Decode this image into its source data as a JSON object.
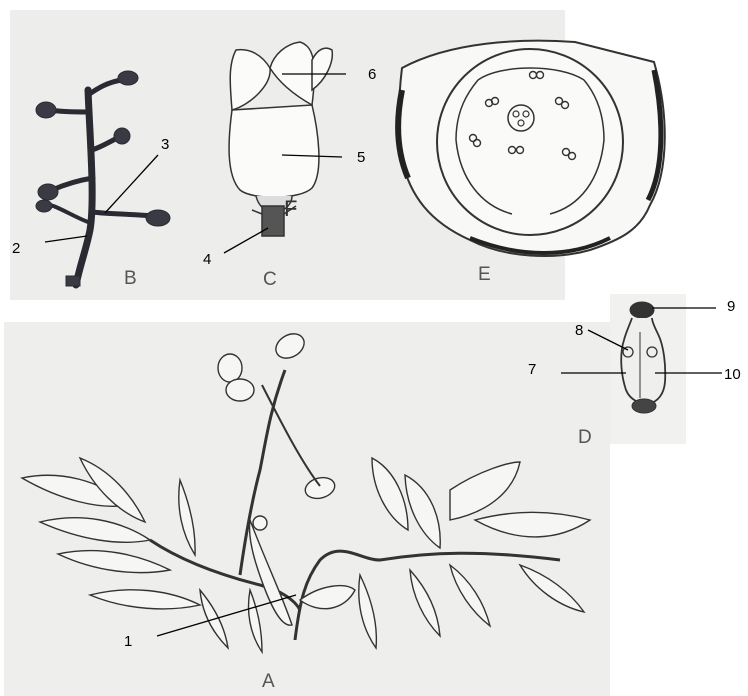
{
  "panels": [
    "A",
    "B",
    "C",
    "D",
    "E"
  ],
  "callouts": [
    "1",
    "2",
    "3",
    "4",
    "5",
    "6",
    "7",
    "8",
    "9",
    "10"
  ],
  "inscriptions": {
    "c_mark": "F"
  }
}
